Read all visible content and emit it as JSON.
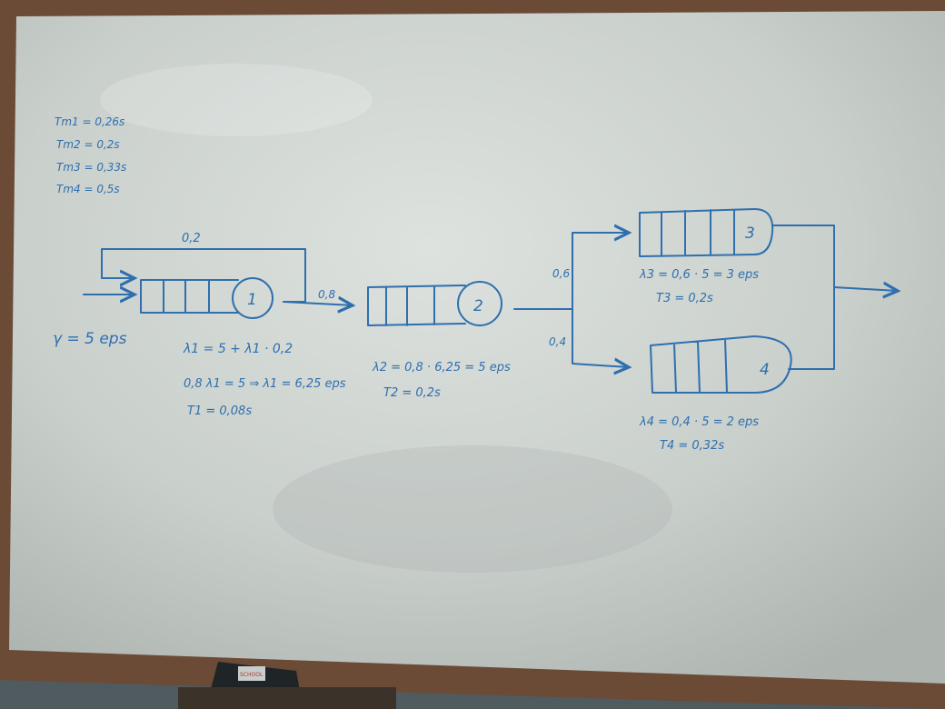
{
  "board": {
    "service_times": [
      "Tm1 = 0,26s",
      "Tm2 = 0,2s",
      "Tm3 = 0,33s",
      "Tm4 = 0,5s"
    ],
    "arrival_rate": "γ = 5 eps",
    "feedback_prob": "0,2",
    "forward_prob": "0,8",
    "branch_upper_prob": "0,6",
    "branch_lower_prob": "0,4",
    "nodes": [
      {
        "label": "1",
        "lines": [
          "λ1 = 5 + λ1 · 0,2",
          "0,8 λ1 = 5 ⇒ λ1 = 6,25 eps",
          "T1 = 0,08s"
        ]
      },
      {
        "label": "2",
        "lines": [
          "λ2 = 0,8 · 6,25 = 5 eps",
          "T2 = 0,2s"
        ]
      },
      {
        "label": "3",
        "lines": [
          "λ3 = 0,6 · 5 = 3 eps",
          "T3 = 0,2s"
        ]
      },
      {
        "label": "4",
        "lines": [
          "λ4 = 0,4 · 5 = 2 eps",
          "T4 = 0,32s"
        ]
      }
    ],
    "eraser_brand": "SCHOOL"
  }
}
